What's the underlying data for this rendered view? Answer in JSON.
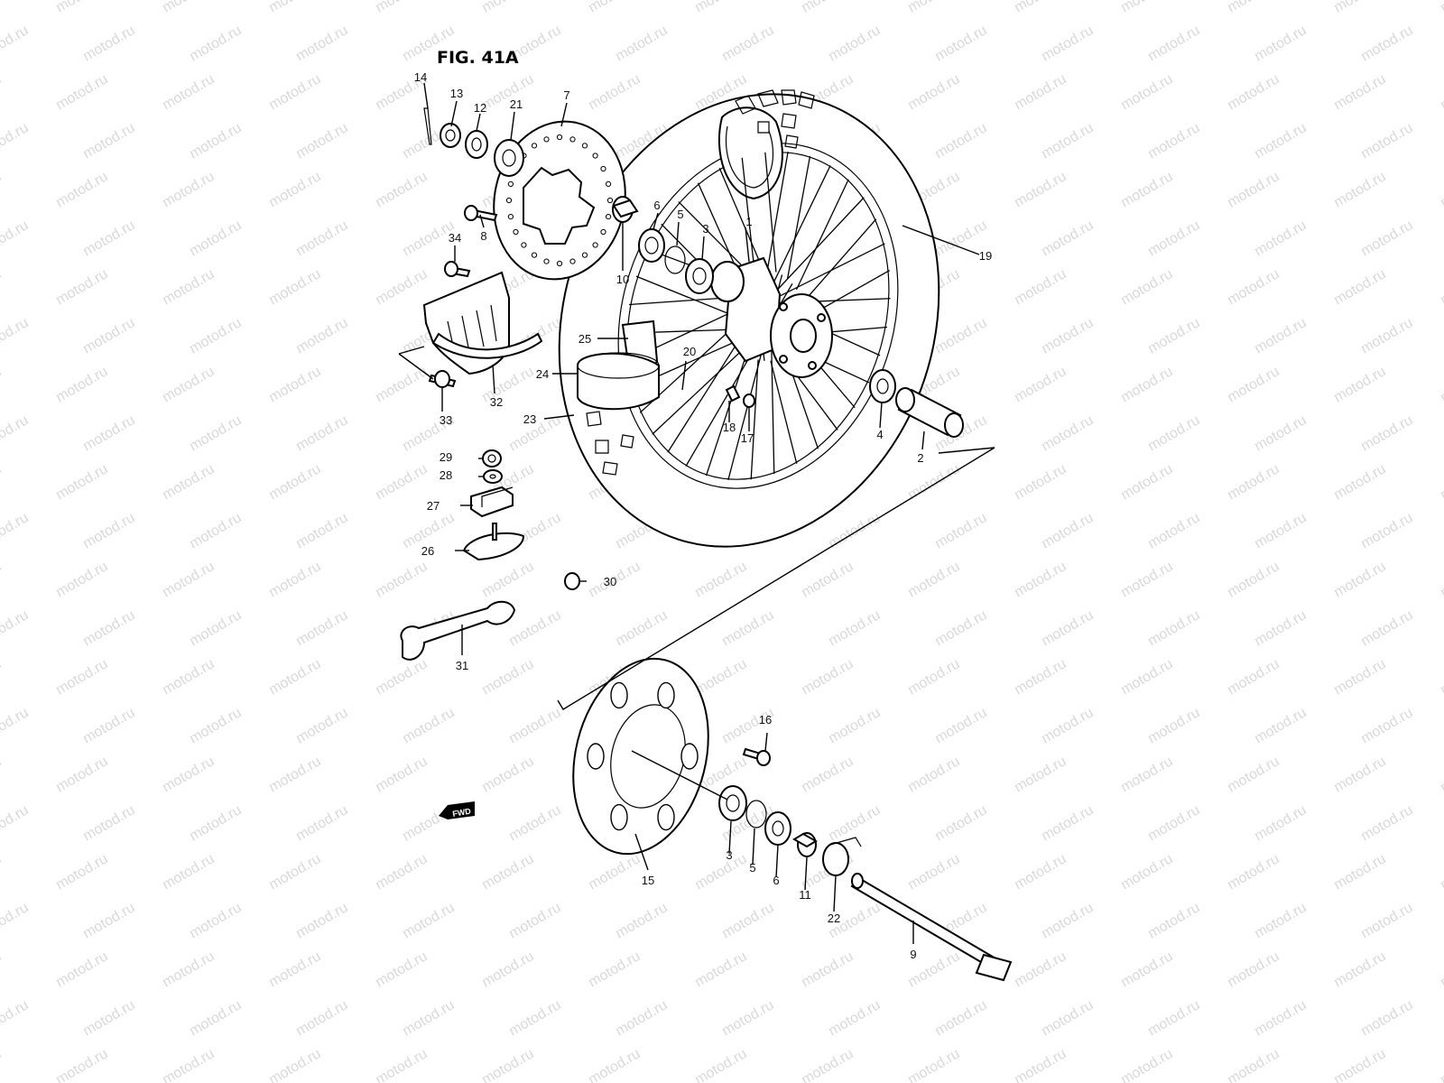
{
  "figure": {
    "title": "FIG. 41A"
  },
  "watermark": {
    "text": "motod.ru"
  },
  "fwd_badge": {
    "text": "FWD"
  },
  "callouts": [
    "1",
    "2",
    "3",
    "4",
    "5",
    "6",
    "7",
    "8",
    "9",
    "10",
    "11",
    "12",
    "13",
    "14",
    "15",
    "16",
    "17",
    "18",
    "19",
    "20",
    "21",
    "22",
    "23",
    "24",
    "25",
    "26",
    "27",
    "28",
    "29",
    "30",
    "31",
    "32",
    "33",
    "34"
  ],
  "labels": {
    "c14": "14",
    "c13": "13",
    "c12": "12",
    "c21": "21",
    "c7": "7",
    "c8": "8",
    "c34": "34",
    "c6": "6",
    "c5": "5",
    "c3a": "3",
    "c1": "1",
    "c19": "19",
    "c10": "10",
    "c25": "25",
    "c20": "20",
    "c24": "24",
    "c23": "23",
    "c32": "32",
    "c33": "33",
    "c18": "18",
    "c17": "17",
    "c4": "4",
    "c2": "2",
    "c29": "29",
    "c28": "28",
    "c27": "27",
    "c26": "26",
    "c30": "30",
    "c31": "31",
    "c16": "16",
    "c15": "15",
    "c3b": "3",
    "c5b": "5",
    "c6b": "6",
    "c11": "11",
    "c22": "22",
    "c9": "9"
  }
}
